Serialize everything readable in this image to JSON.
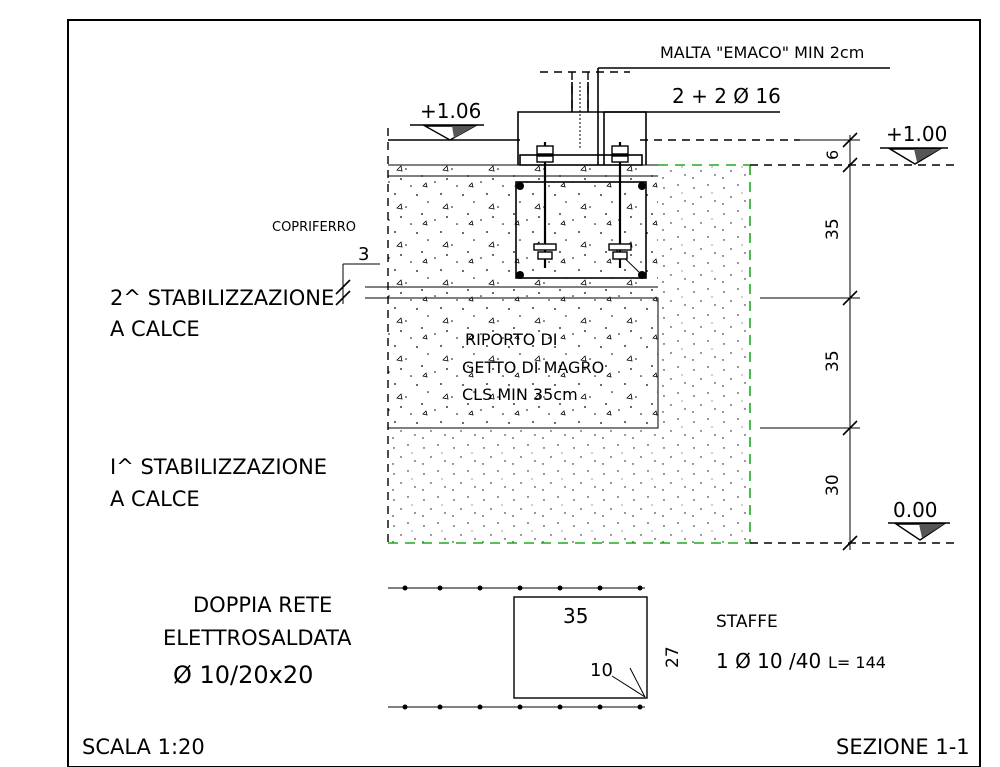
{
  "labels": {
    "mortar": "MALTA \"EMACO\" MIN 2cm",
    "bars": "2 + 2 Ø 16",
    "level_top_left": "+1.06",
    "level_top_right": "+1.00",
    "level_bottom_right": "0.00",
    "cover": "COPRIFERRO",
    "cover_value": "3",
    "stab2_line1": "2^ STABILIZZAZIONE",
    "stab2_line2": "A CALCE",
    "fill_line1": "RIPORTO DI",
    "fill_line2": "GETTO DI MAGRO",
    "fill_line3": "CLS MIN 35cm",
    "stab1_line1": "I^ STABILIZZAZIONE",
    "stab1_line2": "A CALCE",
    "mesh_line1": "DOPPIA RETE",
    "mesh_line2": "ELETTROSALDATA",
    "mesh_line3": "Ø 10/20x20",
    "stirrup_title": "STAFFE",
    "stirrup_spec": "1 Ø 10 /40",
    "stirrup_length": "L= 144",
    "stirrup_width": "35",
    "stirrup_height": "27",
    "stirrup_hook": "10",
    "scale": "SCALA 1:20",
    "section": "SEZIONE 1-1"
  },
  "dimensions": {
    "top": "6",
    "d1": "35",
    "d2": "35",
    "d3": "30"
  }
}
